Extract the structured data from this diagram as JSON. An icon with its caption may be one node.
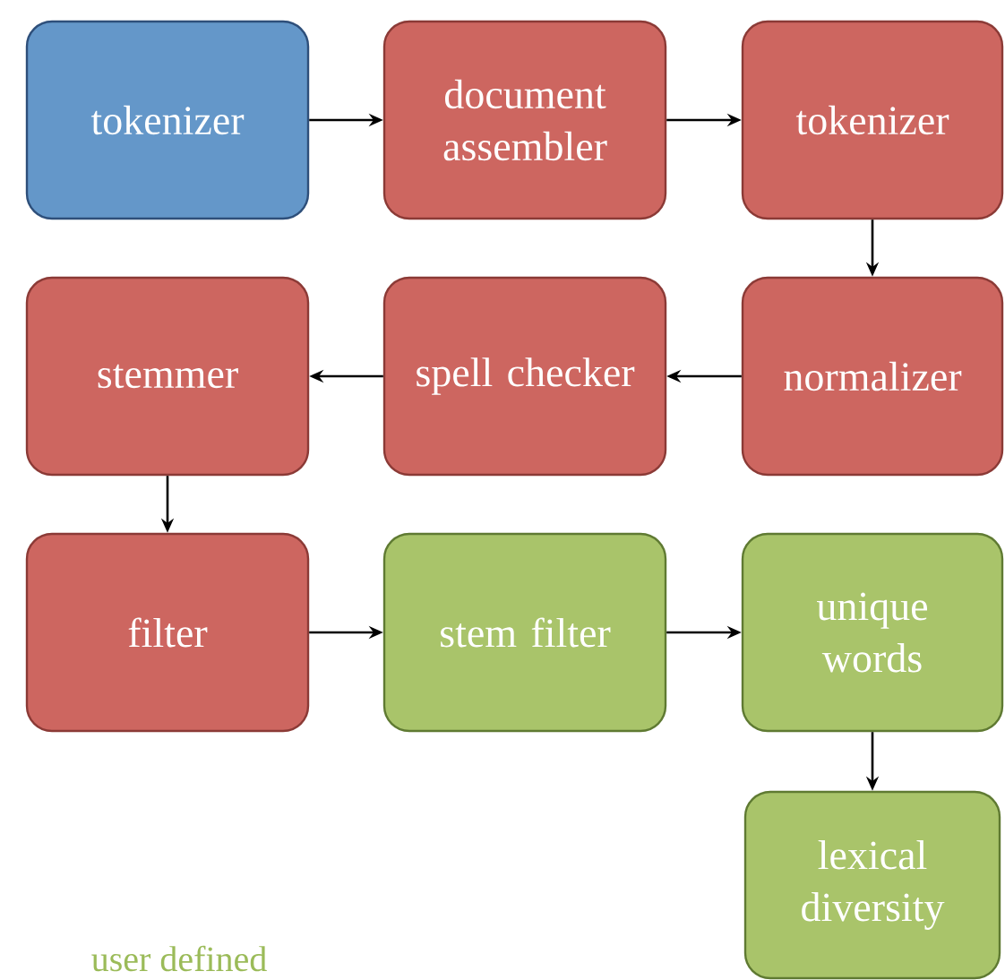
{
  "diagram": {
    "nodes": [
      {
        "text": [
          "tokenizer"
        ]
      },
      {
        "text": [
          "document assembler"
        ]
      },
      {
        "text": [
          "tokenizer"
        ]
      },
      {
        "text": [
          "stemmer"
        ]
      },
      {
        "text": [
          "spell checker"
        ]
      },
      {
        "text": [
          "normalizer"
        ]
      },
      {
        "text": [
          "filter"
        ]
      },
      {
        "text": [
          "stem filter"
        ]
      },
      {
        "text": [
          "unique words"
        ]
      },
      {
        "text": [
          "lexical diversity"
        ]
      }
    ],
    "edges": [
      {
        "from": 0,
        "to": 1,
        "arrow": "to"
      },
      {
        "from": 1,
        "to": 2,
        "arrow": "to"
      },
      {
        "from": 2,
        "to": 5,
        "arrow": "to"
      },
      {
        "from": 5,
        "to": 4,
        "arrow": "to"
      },
      {
        "from": 4,
        "to": 3,
        "arrow": "to"
      },
      {
        "from": 3,
        "to": 6,
        "arrow": "to"
      },
      {
        "from": 6,
        "to": 7,
        "arrow": "to"
      },
      {
        "from": 7,
        "to": 8,
        "arrow": "to"
      },
      {
        "from": 8,
        "to": 9,
        "arrow": "to"
      }
    ],
    "legend": [
      {
        "text": "user defined",
        "color": "#9bbb59"
      }
    ]
  }
}
